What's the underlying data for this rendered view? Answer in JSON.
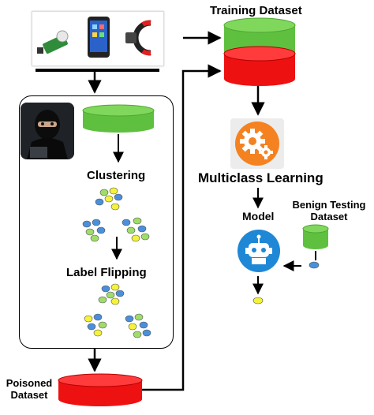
{
  "labels": {
    "training_dataset": "Training Dataset",
    "clustering": "Clustering",
    "label_flipping": "Label Flipping",
    "multiclass_learning": "Multiclass Learning",
    "model": "Model",
    "benign_testing_line1": "Benign Testing",
    "benign_testing_line2": "Dataset",
    "poisoned_line1": "Poisoned",
    "poisoned_line2": "Dataset"
  },
  "colors": {
    "green": "#5fc040",
    "green_dark": "#3f9a2a",
    "red": "#ee1111",
    "red_dark": "#b50000",
    "blue_dot": "#4a8fdb",
    "yellow_dot": "#f4f23a",
    "green_dot": "#9fdc6a",
    "gear_orange": "#f58220",
    "robot_blue": "#1e88d6",
    "arrow": "#000000"
  },
  "icons": [
    "iot-sensor-icon",
    "smartphone-icon",
    "fitness-band-icon",
    "hacker-icon",
    "gears-icon",
    "robot-icon"
  ]
}
